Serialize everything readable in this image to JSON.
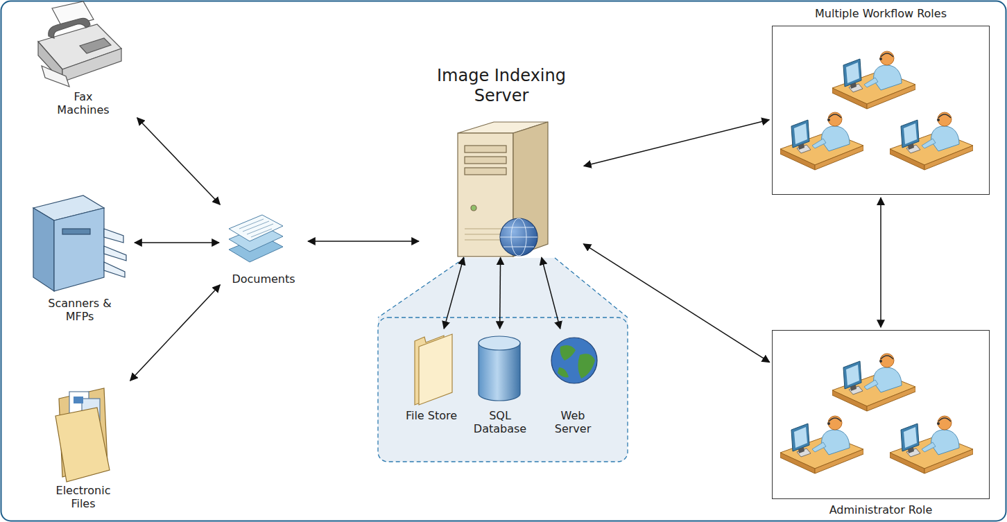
{
  "diagram": {
    "nodes": [
      {
        "text": [
          "Fax Machines"
        ]
      },
      {
        "text": [
          "Scanners & MFPs"
        ]
      },
      {
        "text": [
          "Electronic Files"
        ]
      },
      {
        "text": [
          "Documents"
        ]
      },
      {
        "text": [
          "Image Indexing Server"
        ]
      },
      {
        "text": [
          "File Store"
        ]
      },
      {
        "text": [
          "SQL Database"
        ]
      },
      {
        "text": [
          "Web Server"
        ]
      },
      {
        "text": [
          "Multiple Workflow Roles"
        ]
      },
      {
        "text": [
          "Administrator Role"
        ]
      }
    ],
    "edges": [
      {
        "from": 0,
        "to": 3,
        "arrow": "both"
      },
      {
        "from": 1,
        "to": 3,
        "arrow": "both"
      },
      {
        "from": 2,
        "to": 3,
        "arrow": "both"
      },
      {
        "from": 3,
        "to": 4,
        "arrow": "both"
      },
      {
        "from": 4,
        "to": 5,
        "arrow": "both"
      },
      {
        "from": 4,
        "to": 6,
        "arrow": "both"
      },
      {
        "from": 4,
        "to": 7,
        "arrow": "both"
      },
      {
        "from": 4,
        "to": 8,
        "arrow": "both"
      },
      {
        "from": 4,
        "to": 9,
        "arrow": "both"
      },
      {
        "from": 8,
        "to": 9,
        "arrow": "both"
      }
    ]
  }
}
